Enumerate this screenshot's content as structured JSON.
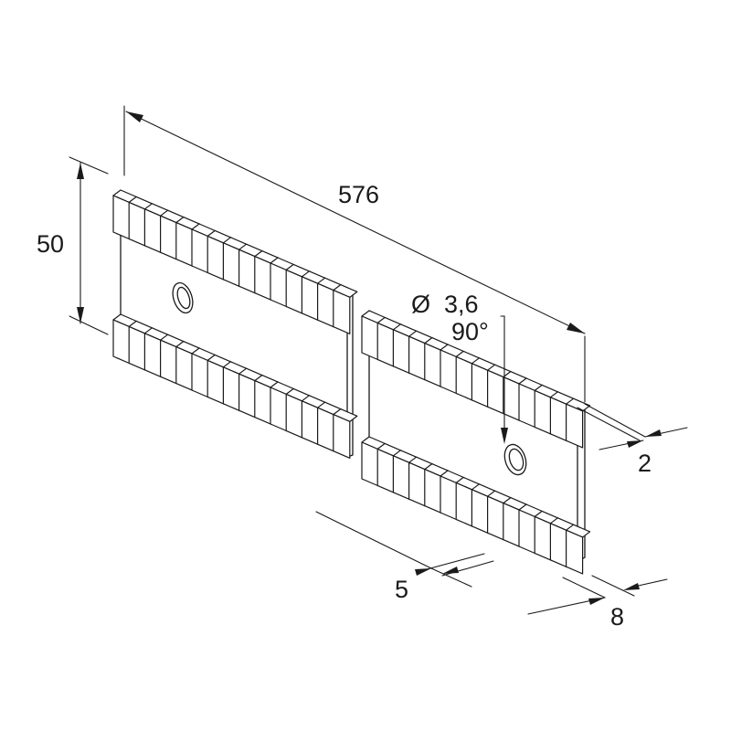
{
  "dimensions": {
    "length": "576",
    "height": "50",
    "thickness": "2",
    "tooth_pitch": "5",
    "edge_width": "8",
    "hole_diameter_symbol": "Ø",
    "hole_diameter": "3,6",
    "countersink_angle": "90°"
  }
}
